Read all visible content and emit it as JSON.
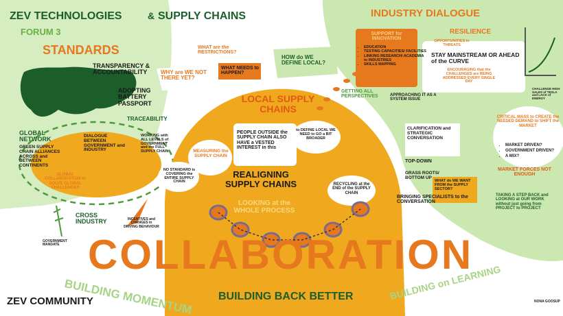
{
  "header": {
    "title_main": "ZEV TECHNOLOGIES",
    "title_amp": "&",
    "title_rest": "SUPPLY CHAINS",
    "forum": "FORUM 3"
  },
  "standards": {
    "heading": "STANDARDS",
    "transparency": "TRANSPARENCY & ACCOUNTABILITY",
    "battery": "ADOPTING BATTERY PASSPORT",
    "traceability": "TRACEABILITY",
    "q_why": "WHY are WE NOT THERE YET?",
    "q_restrictions": "WHAT are the RESTRICTIONS?",
    "q_happen": "WHAT NEEDS to HAPPEN?"
  },
  "global_network": {
    "heading": "GLOBAL NETWORK",
    "alliances": "GREEN SUPPLY CHAIN ALLIANCES ACROSS and BETWEEN CONTINENTS",
    "dialogue": "DIALOGUE BETWEEN GOVERNMENT and INDUSTRY",
    "collab": "GLOBAL COLLABORATION to SOLVE GLOBAL CHALLENGES",
    "working": "WORKING with ALL LEVELS of GOVERNMENT and the FULL SUPPLY CHAIN"
  },
  "local": {
    "q_define": "HOW do WE DEFINE LOCAL?",
    "heading": "LOCAL SUPPLY CHAINS",
    "people": "PEOPLE OUTSIDE the SUPPLY CHAIN ALSO HAVE a VESTED INTEREST in this",
    "define_need": "to DEFINE LOCAL WE NEED to GO a BIT BROADER",
    "measuring": "MEASURING the SUPPLY CHAIN",
    "no_standard": "NO STANDARD is COVERING the ENTIRE SUPPLY CHAIN",
    "realigning": "REALIGNING SUPPLY CHAINS",
    "looking": "LOOKING at the WHOLE PROCESS",
    "recycling": "RECYCLING at the END of the SUPPLY CHAIN"
  },
  "industry": {
    "heading": "INDUSTRY DIALOGUE",
    "support_innovation": "SUPPORT for INNOVATION",
    "innovation_items": [
      "EDUCATION",
      "TESTING CAPACITIES/ FACILITIES",
      "LINKING RESEARCH/ ACADEMIA to INDUSTRIES",
      "SKILLS MAPPING"
    ],
    "resilience": "RESILIENCE",
    "opportunities": "OPPORTUNITIES in THREATS",
    "stay": "STAY MAINSTREAM OR AHEAD of the CURVE",
    "encouraging": "ENCOURAGING that the CHALLENGES are BEING ADDRESSED EVERY SINGLE DAY",
    "challenge_note": "CHALLENGE HIGH SALES of TESLA and LACK of ENERGY",
    "getting": "GETTING ALL PERSPECTIVES",
    "approach": "APPROACHING IT AS A SYSTEM ISSUE",
    "clarification": "CLARIFICATION and STRATEGIC CONVERSATION",
    "critical": "CRITICAL MASS to CREATE the NEEDED DEMAND to SHIFT the MARKET",
    "options": [
      "MARKET DRIVEN?",
      "GOVERNMENT DRIVEN?",
      "A MIX?"
    ],
    "market_forces": "MARKET FORCES NOT ENOUGH",
    "topdown": "TOP-DOWN",
    "grassroot": "GRASS ROOTS/ BOTTOM UP",
    "q_what": "WHAT do WE WANT FROM the SUPPLY SECTOR?",
    "bringing": "BRINGING SPECIALISTS to the CONVERSATION",
    "taking": "TAKING A STEP BACK and LOOKING at OUR WORK without just going from PROJECT to PROJECT"
  },
  "bottom": {
    "cross": "CROSS INDUSTRY",
    "incentives": "INCENTIVES and CHANGES in DRIVING BEHAVIOUR",
    "mandate": "GOVERNMENT MANDATE",
    "collaboration": "COLLABORATION",
    "momentum": "BUILDING MOMENTUM",
    "back_better": "BUILDING BACK BETTER",
    "learning": "BUILDING on LEARNING",
    "community": "ZEV COMMUNITY",
    "signature": "NONA GOOSUP"
  },
  "colors": {
    "dark_green": "#1c5e2a",
    "light_green": "#cbe8b0",
    "orange": "#e6781e",
    "yellow": "#f0a81e",
    "purple": "#8a6aa8"
  }
}
